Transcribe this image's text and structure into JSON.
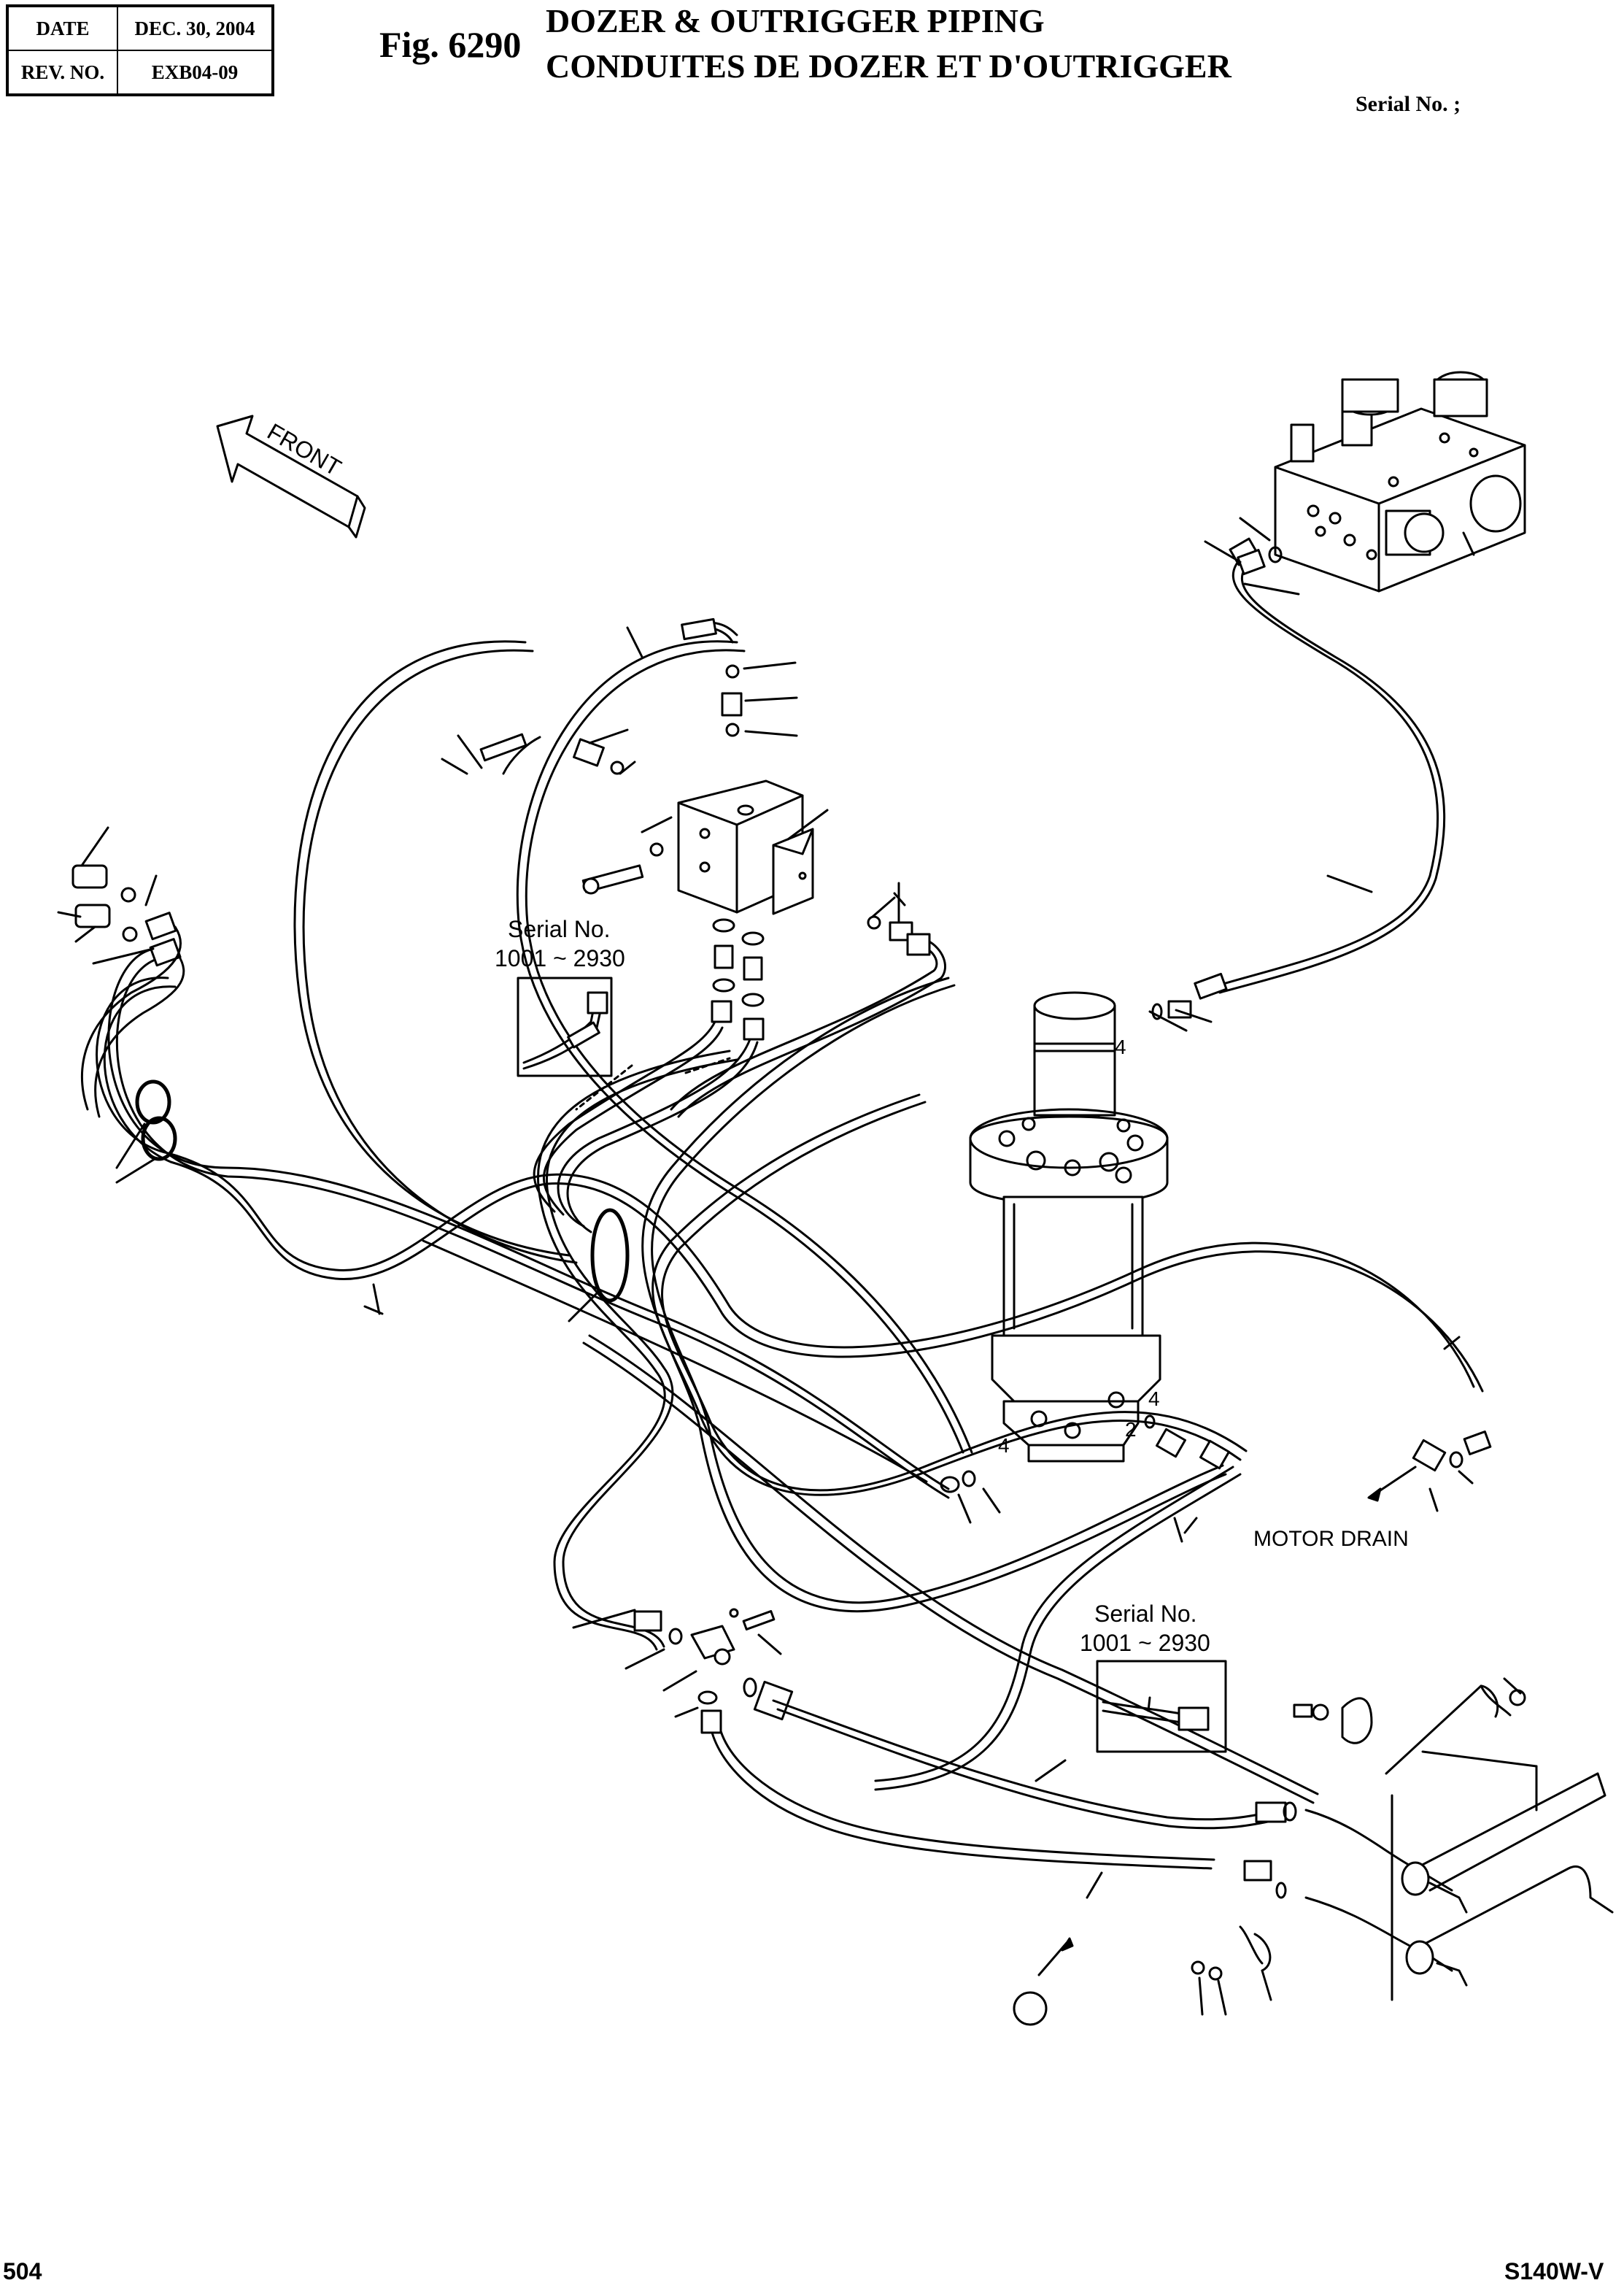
{
  "header": {
    "date_label": "DATE",
    "date_value": "DEC. 30, 2004",
    "rev_label": "REV. NO.",
    "rev_value": "EXB04-09",
    "figure_number": "Fig. 6290",
    "title_en": "DOZER & OUTRIGGER PIPING",
    "title_fr": "CONDUITES DE DOZER ET D'OUTRIGGER",
    "serial_label": "Serial No. ;"
  },
  "diagram": {
    "front_label": "FRONT",
    "serial_inset_1": {
      "line1": "Serial No.",
      "line2": "1001 ~ 2930"
    },
    "serial_inset_2": {
      "line1": "Serial No.",
      "line2": "1001 ~ 2930"
    },
    "motor_drain_label": "MOTOR DRAIN",
    "callouts": [
      "4",
      "4",
      "4",
      "2"
    ]
  },
  "footer": {
    "page_number": "504",
    "model": "S140W-V"
  }
}
